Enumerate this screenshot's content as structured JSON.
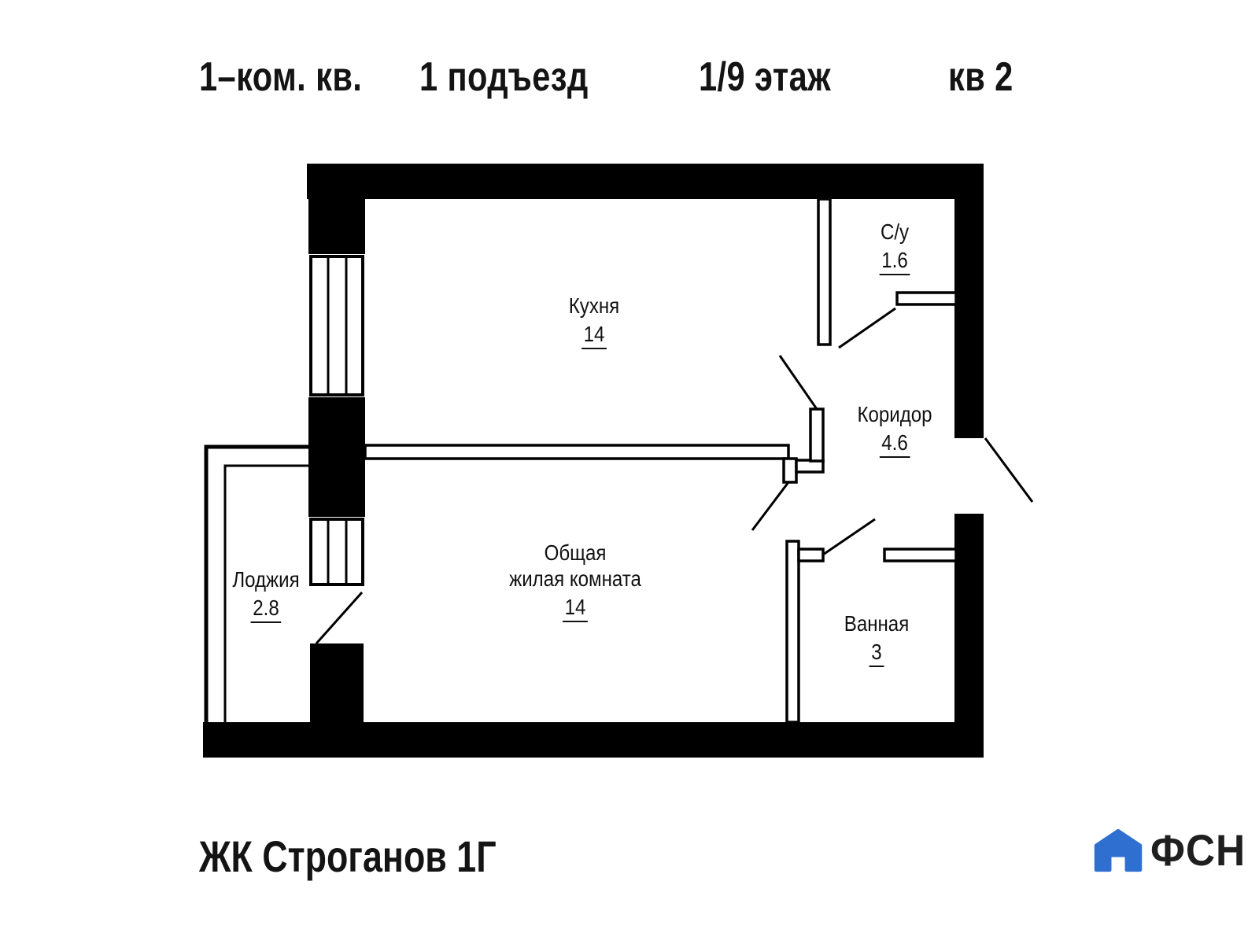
{
  "title": {
    "apartment_type": "1–ком. кв.",
    "entrance": "1 подъезд",
    "floor": "1/9 этаж",
    "apartment_number": "кв 2"
  },
  "rooms": [
    {
      "name": "Кухня",
      "area": "14"
    },
    {
      "name": "С/у",
      "area": "1.6"
    },
    {
      "name": "Коридор",
      "area": "4.6"
    },
    {
      "name_line1": "Общая",
      "name_line2": "жилая комната",
      "area": "14"
    },
    {
      "name": "Ванная",
      "area": "3"
    },
    {
      "name": "Лоджия",
      "area": "2.8"
    }
  ],
  "footer": {
    "complex_name": "ЖК Строганов 1Г",
    "logo_text": "ФСН"
  },
  "colors": {
    "wall_black": "#000000",
    "logo_blue": "#2e6fd0"
  }
}
